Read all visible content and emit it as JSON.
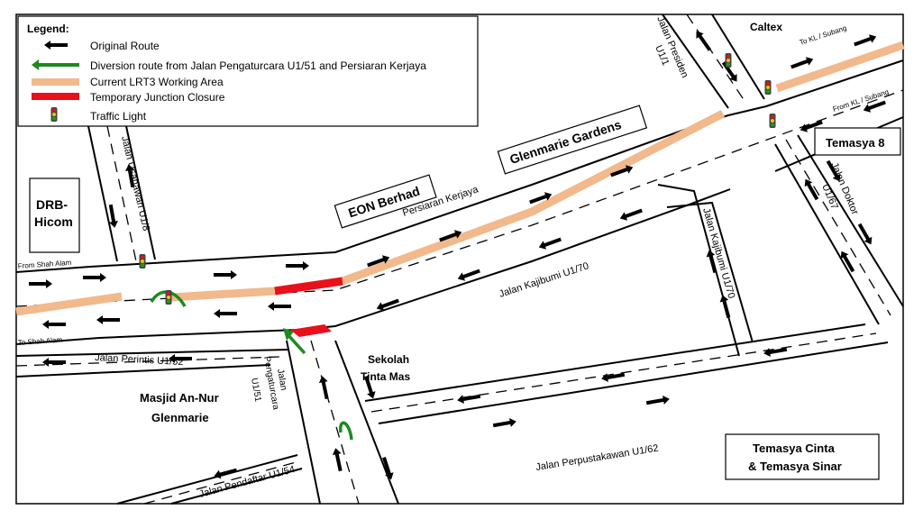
{
  "legend": {
    "title": "Legend:",
    "items": [
      {
        "label": "Original Route",
        "kind": "black-arrow",
        "color": "#000000"
      },
      {
        "label": "Diversion route from Jalan Pengaturcara U1/51 and Persiaran Kerjaya",
        "kind": "green-arrow",
        "color": "#1e8a1e"
      },
      {
        "label": "Current LRT3 Working Area",
        "kind": "band",
        "color": "#f1b98c"
      },
      {
        "label": "Temporary Junction Closure",
        "kind": "band",
        "color": "#e8101a"
      },
      {
        "label": "Traffic Light",
        "kind": "traffic-light-icon",
        "color": "#333333"
      }
    ]
  },
  "places": {
    "caltex": "Caltex",
    "temasya8": "Temasya 8",
    "drb1": "DRB-",
    "drb2": "Hicom",
    "eon": "EON Berhad",
    "glenmarie": "Glenmarie Gardens",
    "sekolah1": "Sekolah",
    "sekolah2": "Tinta Mas",
    "masjid1": "Masjid An-Nur",
    "masjid2": "Glenmarie",
    "temasyaCinta1": "Temasya Cinta",
    "temasyaCinta2": "& Temasya Sinar"
  },
  "roads": {
    "presiden1": "Jalan Presiden",
    "presiden2": "U1/1",
    "toKL": "To KL / Subang",
    "fromKL": "From KL / Subang",
    "usahawan": "Jalan Usahawan U1/8",
    "kerjaya": "Persiaran Kerjaya",
    "kajibumi70": "Jalan Kajibumi U1/70",
    "kajibumiSide": "Jalan Kajibumi U1/70",
    "doktor1": "Jalan Doktor",
    "doktor2": "U1/67",
    "fromShahAlam": "From Shah Alam",
    "toShahAlam": "To Shah Alam",
    "perintis": "Jalan Perintis U1/52",
    "pengaturcara1": "Jalan",
    "pengaturcara2": "Pengaturcara",
    "pengaturcara3": "U1/51",
    "perpustakawan": "Jalan Perpustakawan U1/62",
    "pendaftar": "Jalan Pendaftar U1/54"
  },
  "colors": {
    "road": "#000000",
    "lane": "#000000",
    "lrt": "#f1b98c",
    "closure": "#e8101a",
    "diversion": "#1e8a1e"
  }
}
